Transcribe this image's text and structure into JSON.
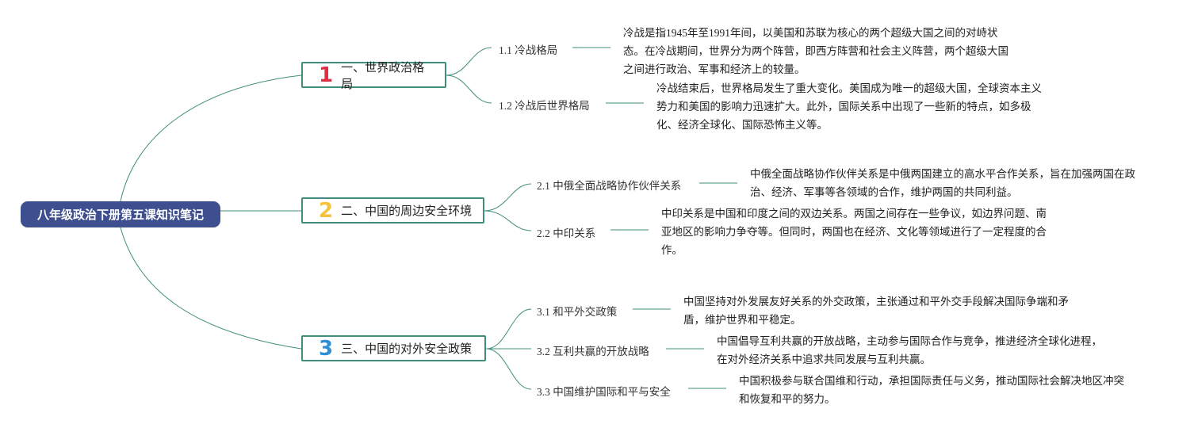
{
  "root": {
    "label": "八年级政治下册第五课知识笔记"
  },
  "colors": {
    "root_fill": "#3d4f8f",
    "branch_line": "#3f8d7a",
    "num1": "#e02f45",
    "num2": "#f5c33b",
    "num3": "#2e8fd8"
  },
  "branches": [
    {
      "num": "1",
      "label": "一、世界政治格局",
      "children": [
        {
          "label": "1.1 冷战格局",
          "desc": "冷战是指1945年至1991年间，以美国和苏联为核心的两个超级大国之间的对峙状态。在冷战期间，世界分为两个阵营，即西方阵营和社会主义阵营，两个超级大国之间进行政治、军事和经济上的较量。"
        },
        {
          "label": "1.2 冷战后世界格局",
          "desc": "冷战结束后，世界格局发生了重大变化。美国成为唯一的超级大国，全球资本主义势力和美国的影响力迅速扩大。此外，国际关系中出现了一些新的特点，如多极化、经济全球化、国际恐怖主义等。"
        }
      ]
    },
    {
      "num": "2",
      "label": "二、中国的周边安全环境",
      "children": [
        {
          "label": "2.1 中俄全面战略协作伙伴关系",
          "desc": "中俄全面战略协作伙伴关系是中俄两国建立的高水平合作关系，旨在加强两国在政治、经济、军事等各领域的合作，维护两国的共同利益。"
        },
        {
          "label": "2.2 中印关系",
          "desc": "中印关系是中国和印度之间的双边关系。两国之间存在一些争议，如边界问题、南亚地区的影响力争夺等。但同时，两国也在经济、文化等领域进行了一定程度的合作。"
        }
      ]
    },
    {
      "num": "3",
      "label": "三、中国的对外安全政策",
      "children": [
        {
          "label": "3.1 和平外交政策",
          "desc": "中国坚持对外发展友好关系的外交政策，主张通过和平外交手段解决国际争端和矛盾，维护世界和平稳定。"
        },
        {
          "label": "3.2 互利共赢的开放战略",
          "desc": "中国倡导互利共赢的开放战略，主动参与国际合作与竞争，推进经济全球化进程，在对外经济关系中追求共同发展与互利共赢。"
        },
        {
          "label": "3.3 中国维护国际和平与安全",
          "desc": "中国积极参与联合国维和行动，承担国际责任与义务，推动国际社会解决地区冲突和恢复和平的努力。"
        }
      ]
    }
  ]
}
